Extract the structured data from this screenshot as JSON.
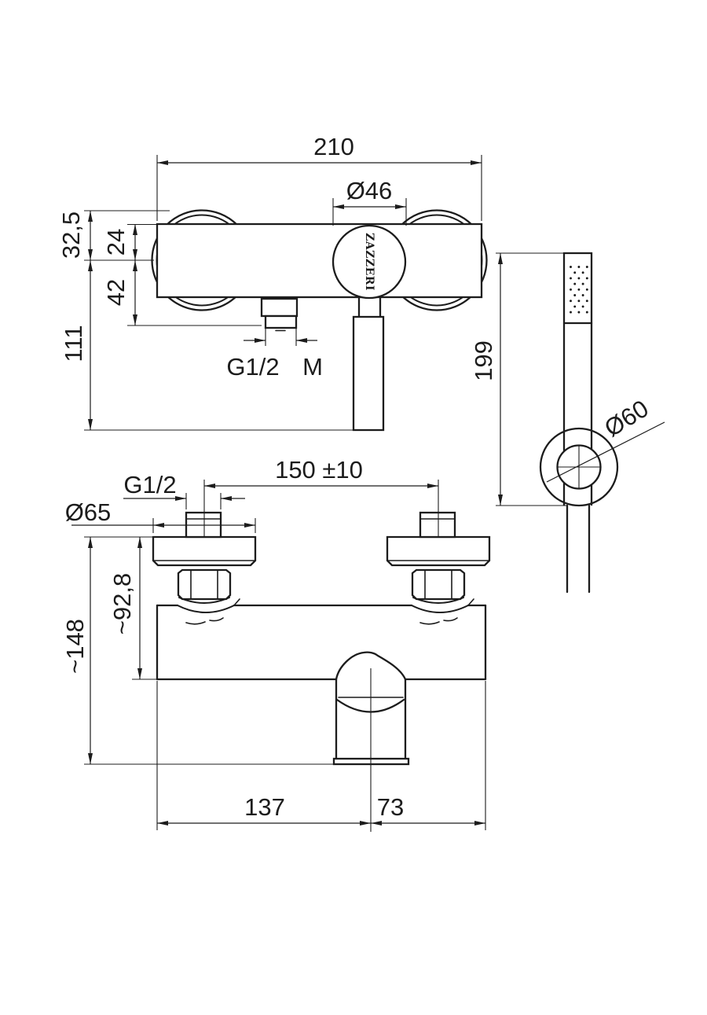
{
  "drawing": {
    "brand_logo": "ZAZZERI",
    "type_note": "wall-mounted shower mixer technical drawing, front view, side view with hand shower, top view",
    "front_view": {
      "overall_width": "210",
      "handle_diameter": "Ø46",
      "offset_knob_top": "32,5",
      "offset_body_top": "24",
      "offset_outlet": "42",
      "outlet_drop": "111",
      "outlet_thread": "G1/2",
      "outlet_thread_gender": "M"
    },
    "hand_shower_view": {
      "handset_length": "199",
      "bracket_diameter": "Ø60"
    },
    "top_view": {
      "inlet_thread": "G1/2",
      "inlet_centers": "150 ±10",
      "flange_diameter": "Ø65",
      "depth_to_body": "~92,8",
      "depth_total": "~148",
      "spout_offset_left": "137",
      "spout_offset_right": "73"
    }
  }
}
